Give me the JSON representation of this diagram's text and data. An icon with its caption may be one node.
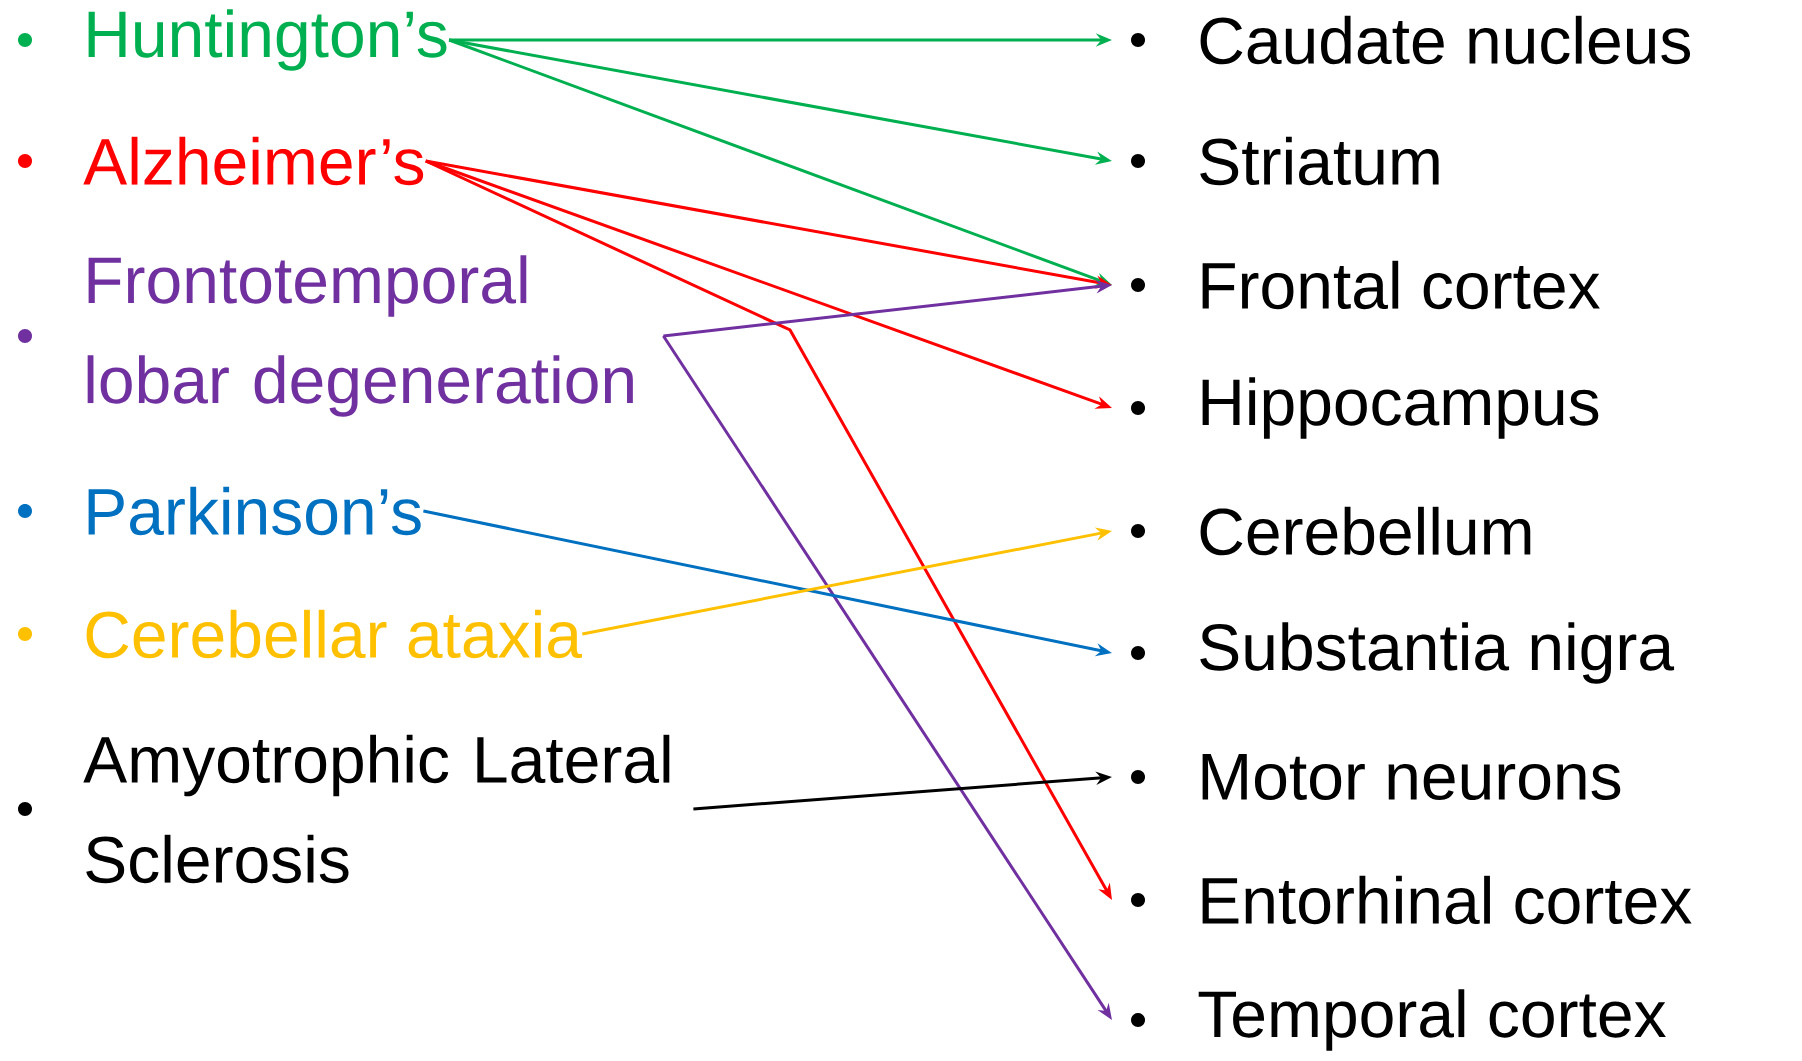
{
  "diagram": {
    "nodes": [
      {
        "text": [
          "Huntington’s"
        ]
      },
      {
        "text": [
          "Alzheimer’s"
        ]
      },
      {
        "text": [
          "Frontotemporal lobar degeneration"
        ]
      },
      {
        "text": [
          "Parkinson’s"
        ]
      },
      {
        "text": [
          "Cerebellar ataxia"
        ]
      },
      {
        "text": [
          "Amyotrophic Lateral Sclerosis"
        ]
      },
      {
        "text": [
          "Caudate nucleus"
        ]
      },
      {
        "text": [
          "Striatum"
        ]
      },
      {
        "text": [
          "Frontal cortex"
        ]
      },
      {
        "text": [
          "Hippocampus"
        ]
      },
      {
        "text": [
          "Cerebellum"
        ]
      },
      {
        "text": [
          "Substantia nigra"
        ]
      },
      {
        "text": [
          "Motor neurons"
        ]
      },
      {
        "text": [
          "Entorhinal cortex"
        ]
      },
      {
        "text": [
          "Temporal cortex"
        ]
      }
    ],
    "edges": [
      {
        "from": 0,
        "to": 6,
        "arrow": "to",
        "color": "#00b050"
      },
      {
        "from": 0,
        "to": 7,
        "arrow": "to",
        "color": "#00b050"
      },
      {
        "from": 0,
        "to": 8,
        "arrow": "to",
        "color": "#00b050"
      },
      {
        "from": 1,
        "to": 8,
        "arrow": "to",
        "color": "#ff0000"
      },
      {
        "from": 1,
        "to": 9,
        "arrow": "to",
        "color": "#ff0000"
      },
      {
        "from": 1,
        "to": 13,
        "arrow": "to",
        "color": "#ff0000"
      },
      {
        "from": 2,
        "to": 8,
        "arrow": "to",
        "color": "#7030a0"
      },
      {
        "from": 2,
        "to": 14,
        "arrow": "to",
        "color": "#7030a0"
      },
      {
        "from": 3,
        "to": 11,
        "arrow": "to",
        "color": "#0070c0"
      },
      {
        "from": 4,
        "to": 10,
        "arrow": "to",
        "color": "#ffc000"
      },
      {
        "from": 5,
        "to": 12,
        "arrow": "to",
        "color": "#000000"
      }
    ]
  }
}
